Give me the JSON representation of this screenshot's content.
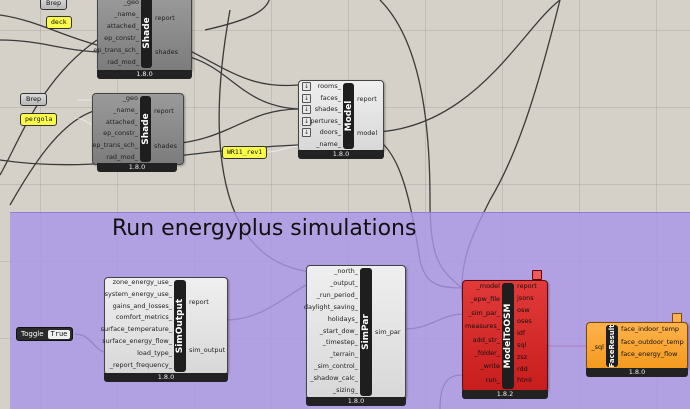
{
  "group": {
    "title": "Run energyplus simulations"
  },
  "shade_top": {
    "label": "Shade",
    "inputs": [
      "_geo",
      "_name_",
      "attached_",
      "ep_constr_",
      "ep_trans_sch_",
      "rad_mod_"
    ],
    "outputs": [
      "report",
      "shades"
    ],
    "version": "1.8.0"
  },
  "shade_mid": {
    "label": "Shade",
    "inputs": [
      "_geo",
      "_name_",
      "attached_",
      "ep_constr_",
      "ep_trans_sch_",
      "rad_mod_"
    ],
    "outputs": [
      "report",
      "shades"
    ],
    "version": "1.8.0"
  },
  "model": {
    "label": "Model",
    "inputs": [
      "rooms_",
      "faces_",
      "shades_",
      "apertures_",
      "doors_",
      "_name_"
    ],
    "outputs": [
      "report",
      "model"
    ],
    "version": "1.8.0"
  },
  "sim_output": {
    "label": "SimOutput",
    "inputs": [
      "zone_energy_use_",
      "system_energy_use_",
      "gains_and_losses_",
      "comfort_metrics_",
      "surface_temperature_",
      "surface_energy_flow_",
      "load_type_",
      "_report_frequency_"
    ],
    "outputs": [
      "report",
      "sim_output"
    ],
    "version": "1.8.0"
  },
  "sim_par": {
    "label": "SimPar",
    "inputs": [
      "_north_",
      "_output_",
      "_run_period_",
      "daylight_saving_",
      "holidays_",
      "_start_dow_",
      "_timestep_",
      "_terrain_",
      "_sim_control_",
      "_shadow_calc_",
      "_sizing_"
    ],
    "outputs": [
      "sim_par"
    ],
    "version": "1.8.0"
  },
  "model_to_osm": {
    "label": "ModelToOSM",
    "inputs": [
      "_model",
      "_epw_file",
      "_sim_par_",
      "measures_",
      "add_str_",
      "_folder_",
      "_write",
      "run_"
    ],
    "outputs": [
      "report",
      "jsons",
      "osw",
      "oses",
      "idf",
      "sql",
      "zsz",
      "rdd",
      "html"
    ],
    "version": "1.8.2"
  },
  "face_result": {
    "label": "FaceResult",
    "inputs": [
      "_sql"
    ],
    "outputs": [
      "face_indoor_temp",
      "face_outdoor_temp",
      "face_energy_flow"
    ],
    "version": "1.8.0"
  },
  "panels": {
    "deck": "deck",
    "pergola": "pergola",
    "wr": "WR11_rev1"
  },
  "brep_top": "Brep",
  "brep_mid": "Brep",
  "toggle": {
    "label": "Toggle",
    "value": "True"
  },
  "colors": {
    "group_fill": "#aa96e8",
    "model_to_osm": "#d42a2a",
    "face_result": "#f7a331",
    "panel": "#fafa4a"
  }
}
